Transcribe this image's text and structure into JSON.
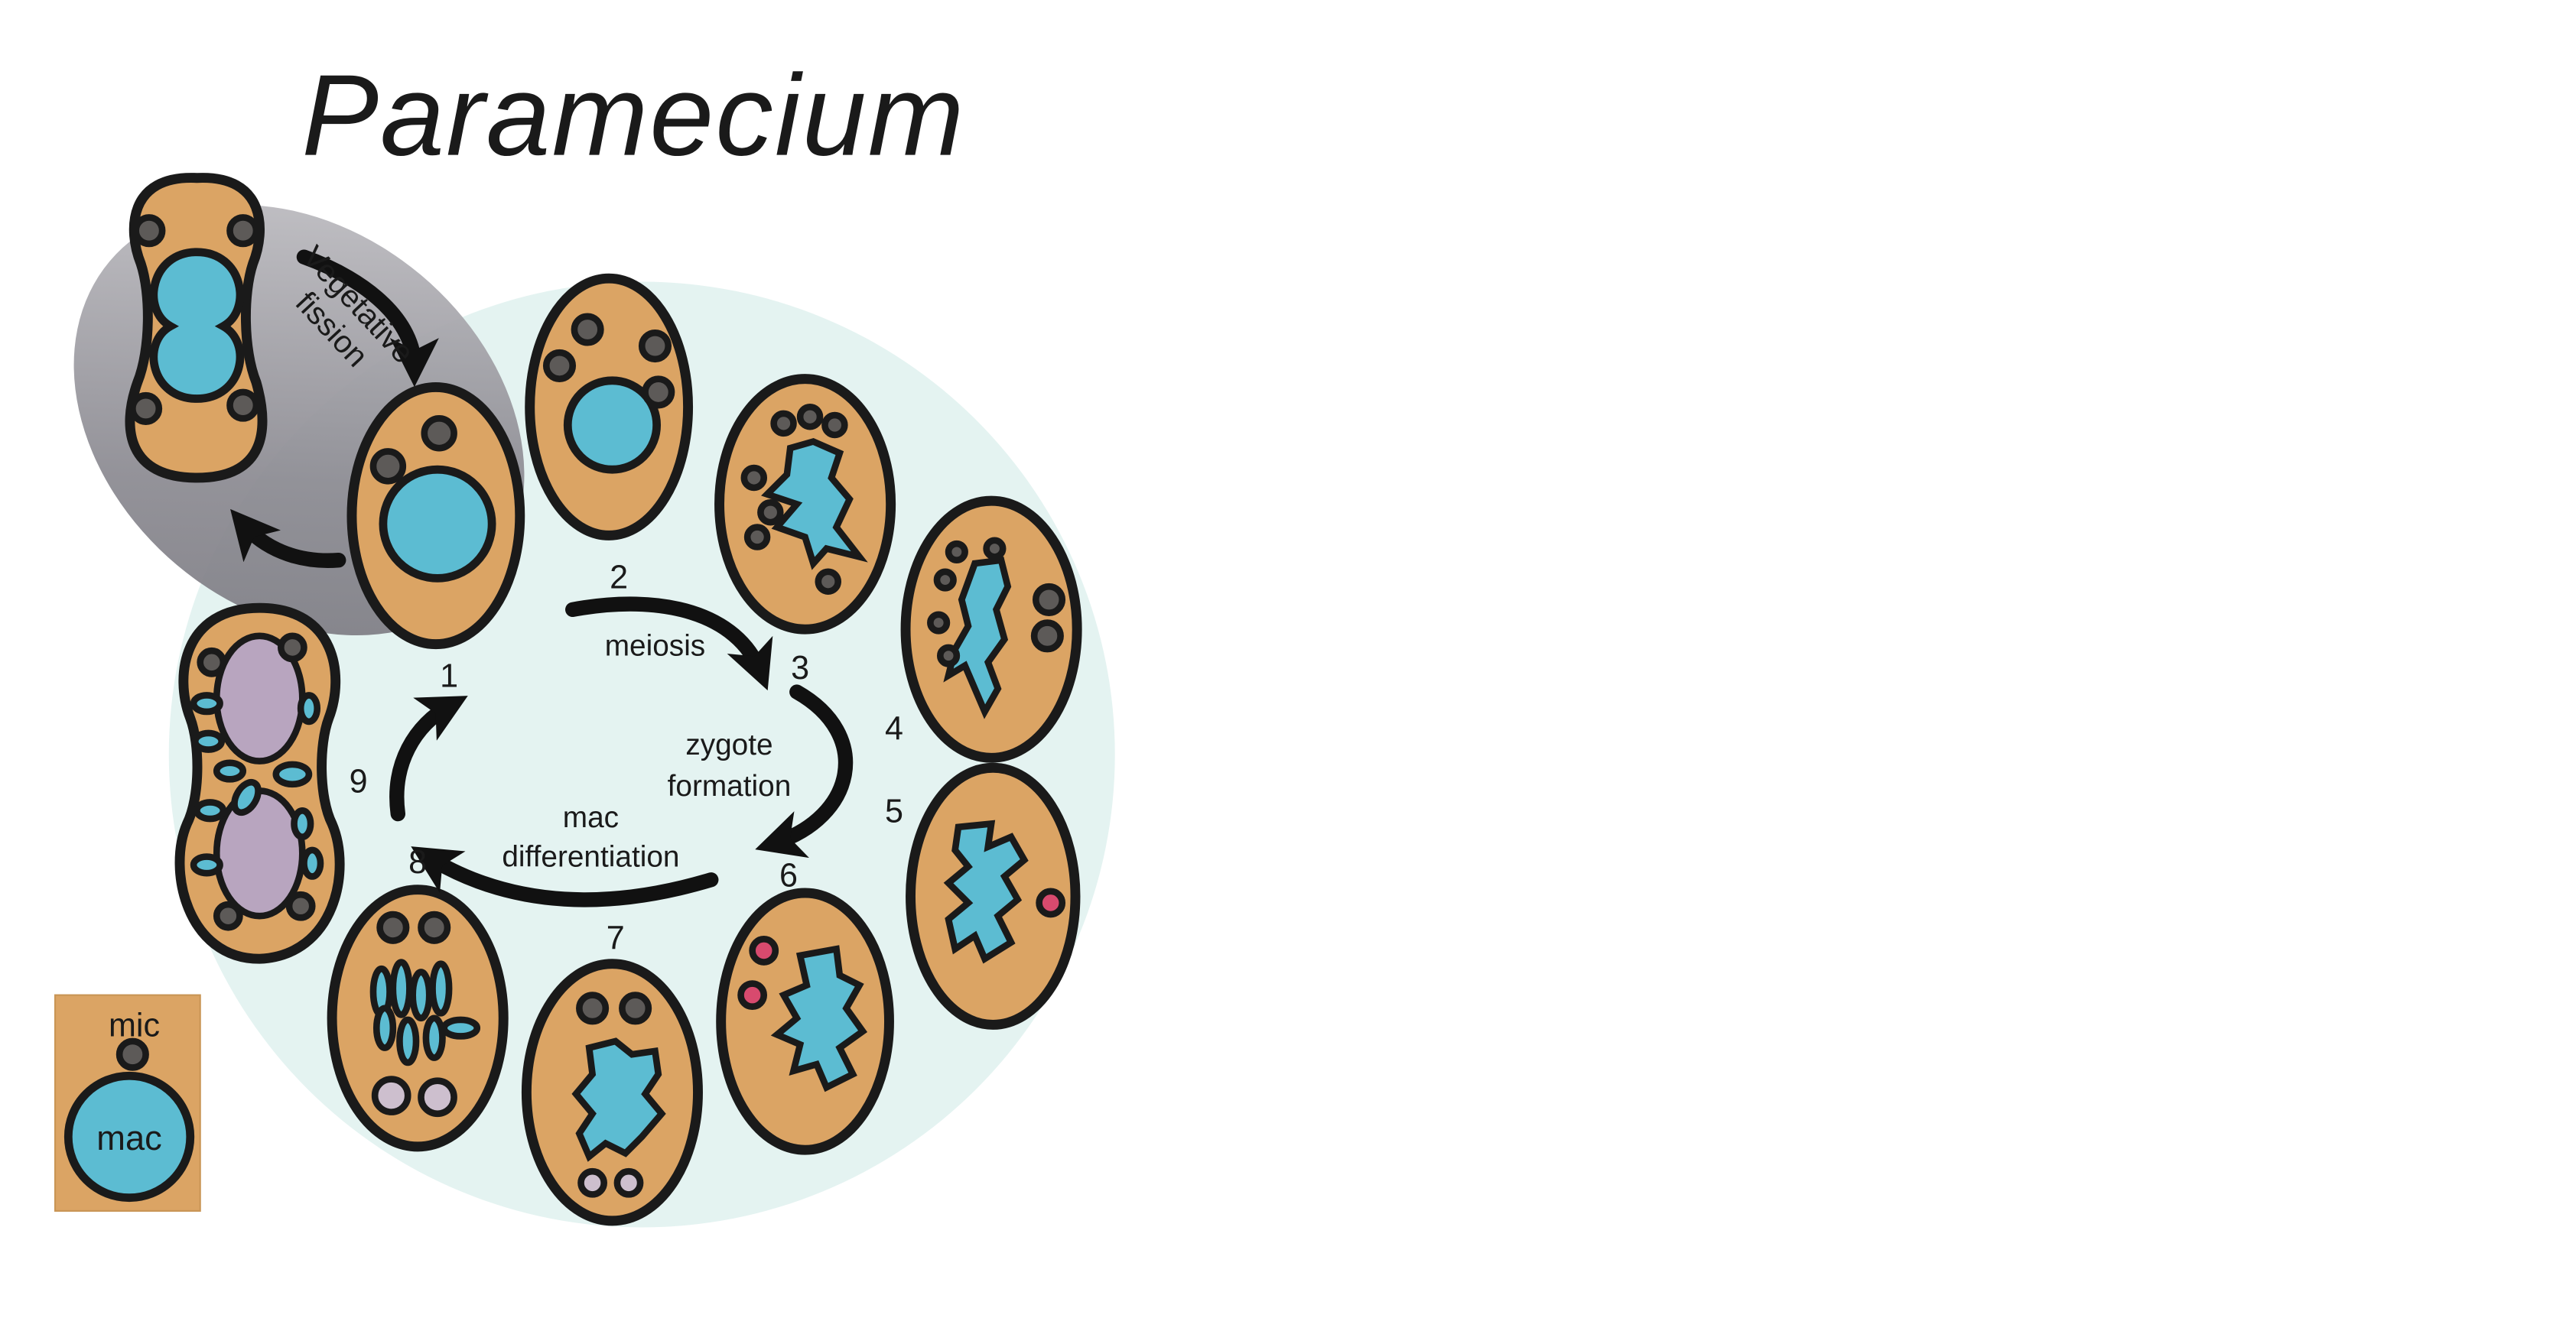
{
  "title": "Paramecium",
  "labels": {
    "vegetative": "Vegetative",
    "fission": "fission",
    "meiosis": "meiosis",
    "zygote": "zygote",
    "formation": "formation",
    "mac": "mac",
    "differentiation": "differentiation"
  },
  "stages": [
    "1",
    "2",
    "3",
    "4",
    "5",
    "6",
    "7",
    "8",
    "9"
  ],
  "legend": {
    "mic": "mic",
    "mac": "mac"
  },
  "colors": {
    "cell": "#dba464",
    "macronucleus": "#5cbcd2",
    "micronucleus": "#5d5a58",
    "old_macronucleus": "#b8a5bf",
    "background_circle": "#e4f3f1",
    "fission_zone": "#8d8c93"
  }
}
